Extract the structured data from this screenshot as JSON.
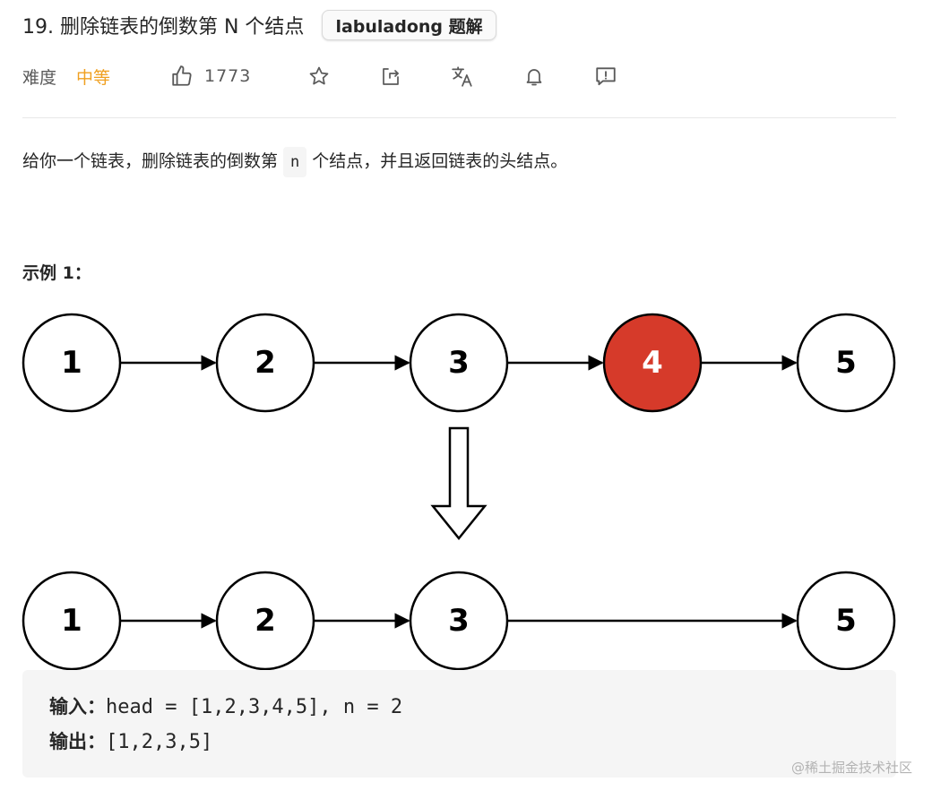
{
  "header": {
    "title": "19. 删除链表的倒数第 N 个结点",
    "solution_tag": "labuladong 题解"
  },
  "meta": {
    "difficulty_label": "难度",
    "difficulty_value": "中等",
    "difficulty_color": "#f0a020",
    "like_count": "1773",
    "icons": [
      "thumbs-up-icon",
      "star-icon",
      "share-icon",
      "translate-icon",
      "bell-icon",
      "feedback-icon"
    ]
  },
  "description": {
    "before": "给你一个链表，删除链表的倒数第",
    "code": "n",
    "after": "个结点，并且返回链表的头结点。"
  },
  "example": {
    "title": "示例 1：",
    "diagram": {
      "before_nodes": [
        "1",
        "2",
        "3",
        "4",
        "5"
      ],
      "removed_node": "4",
      "removed_color": "#d63a2a",
      "after_nodes": [
        "1",
        "2",
        "3",
        "5"
      ]
    },
    "input_label": "输入：",
    "input_value": "head = [1,2,3,4,5], n = 2",
    "output_label": "输出：",
    "output_value": "[1,2,3,5]"
  },
  "watermark": "@稀土掘金技术社区"
}
